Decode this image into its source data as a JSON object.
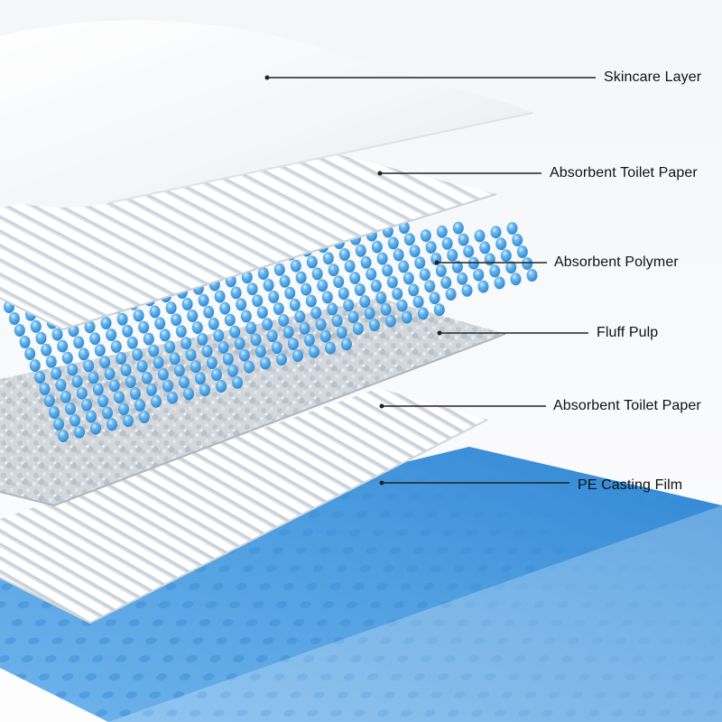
{
  "callouts": [
    {
      "label": "Skincare Layer"
    },
    {
      "label": "Absorbent Toilet Paper"
    },
    {
      "label": "Absorbent Polymer"
    },
    {
      "label": "Fluff Pulp"
    },
    {
      "label": "Absorbent Toilet Paper"
    },
    {
      "label": "PE Casting Film"
    }
  ],
  "colors": {
    "polymer_bead": "#3f9fe0",
    "film": "#4f9ee0",
    "pulp": "#c7ccd1",
    "paper": "#ffffff",
    "leader_line": "#222222"
  }
}
